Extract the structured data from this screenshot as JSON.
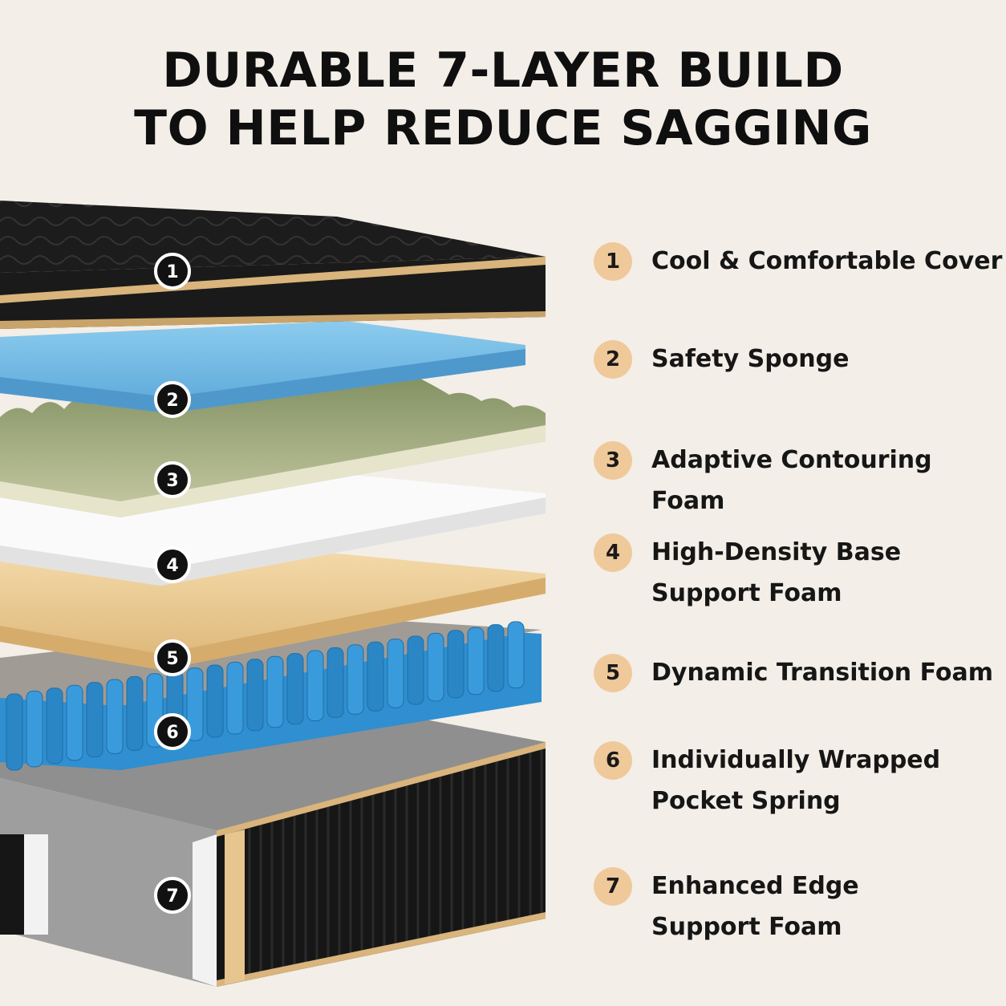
{
  "headline": {
    "line1": "DURABLE 7-LAYER BUILD",
    "line2": "TO HELP REDUCE SAGGING"
  },
  "colors": {
    "background": "#f3eee7",
    "badge_fill": "#f0c99a",
    "cover": "#1b1b1b",
    "gold_trim": "#d9b47c",
    "safety_sponge": "#6fb6e0",
    "contour_foam": "#e7e4cc",
    "base_foam": "#f7f7f7",
    "transition_foam": "#e8c98f",
    "springs": "#2f8fd0"
  },
  "layers": [
    {
      "number": "1",
      "label": "Cool & Comfortable Cover",
      "icon": "cover-layer"
    },
    {
      "number": "2",
      "label": "Safety Sponge",
      "icon": "sponge-layer"
    },
    {
      "number": "3",
      "label": "Adaptive Contouring Foam",
      "icon": "egg-crate-layer"
    },
    {
      "number": "4",
      "label": "High-Density Base\nSupport Foam",
      "icon": "base-foam-layer"
    },
    {
      "number": "5",
      "label": "Dynamic Transition Foam",
      "icon": "transition-foam-layer"
    },
    {
      "number": "6",
      "label": "Individually Wrapped\nPocket Spring",
      "icon": "pocket-spring-layer"
    },
    {
      "number": "7",
      "label": "Enhanced Edge\nSupport Foam",
      "icon": "edge-foam-layer"
    }
  ]
}
